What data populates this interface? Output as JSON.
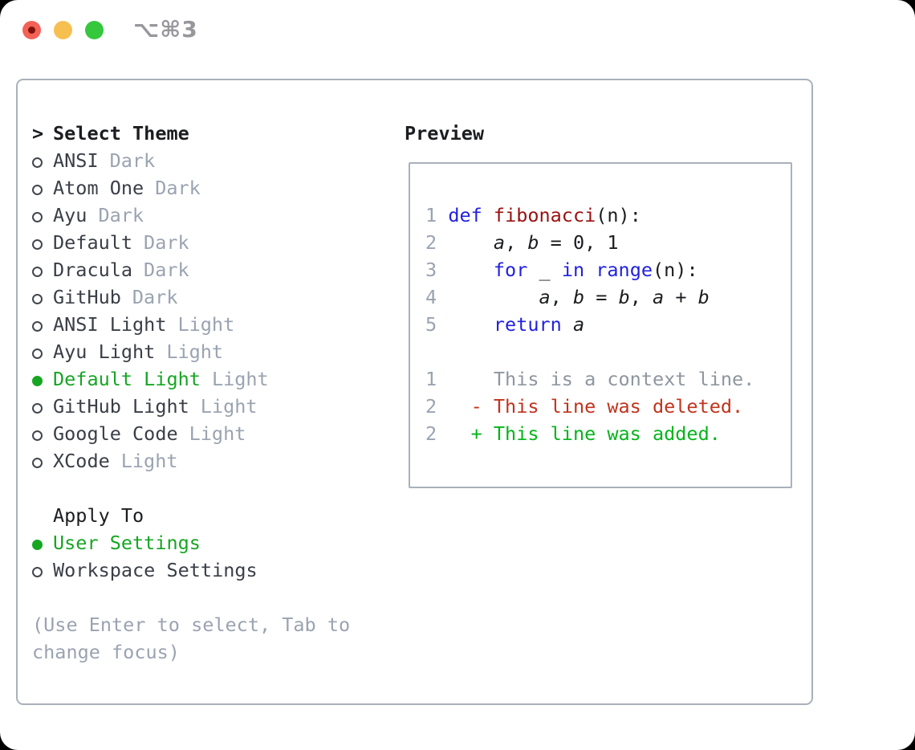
{
  "titlebar": {
    "shortcut": "⌥⌘3"
  },
  "theme_picker": {
    "header": {
      "marker": ">",
      "label": "Select Theme"
    },
    "themes": [
      {
        "name": "ANSI",
        "variant": "Dark",
        "selected": false
      },
      {
        "name": "Atom One",
        "variant": "Dark",
        "selected": false
      },
      {
        "name": "Ayu",
        "variant": "Dark",
        "selected": false
      },
      {
        "name": "Default",
        "variant": "Dark",
        "selected": false
      },
      {
        "name": "Dracula",
        "variant": "Dark",
        "selected": false
      },
      {
        "name": "GitHub",
        "variant": "Dark",
        "selected": false
      },
      {
        "name": "ANSI Light",
        "variant": "Light",
        "selected": false
      },
      {
        "name": "Ayu Light",
        "variant": "Light",
        "selected": false
      },
      {
        "name": "Default Light",
        "variant": "Light",
        "selected": true
      },
      {
        "name": "GitHub Light",
        "variant": "Light",
        "selected": false
      },
      {
        "name": "Google Code",
        "variant": "Light",
        "selected": false
      },
      {
        "name": "XCode",
        "variant": "Light",
        "selected": false
      }
    ],
    "apply_to": {
      "label": "Apply To",
      "options": [
        {
          "name": "User Settings",
          "selected": true
        },
        {
          "name": "Workspace Settings",
          "selected": false
        }
      ]
    },
    "help": {
      "line1": "(Use Enter to select, Tab to",
      "line2": "change focus)"
    }
  },
  "preview": {
    "title": "Preview",
    "code_lines": [
      [
        {
          "s": "ln",
          "t": "1"
        },
        {
          "s": "t",
          "t": " "
        },
        {
          "s": "kw",
          "t": "def"
        },
        {
          "s": "t",
          "t": " "
        },
        {
          "s": "fn",
          "t": "fibonacci"
        },
        {
          "s": "t",
          "t": "(n):"
        }
      ],
      [
        {
          "s": "ln",
          "t": "2"
        },
        {
          "s": "t",
          "t": "     "
        },
        {
          "s": "v",
          "t": "a"
        },
        {
          "s": "t",
          "t": ", "
        },
        {
          "s": "v",
          "t": "b"
        },
        {
          "s": "t",
          "t": " = 0, 1"
        }
      ],
      [
        {
          "s": "ln",
          "t": "3"
        },
        {
          "s": "t",
          "t": "     "
        },
        {
          "s": "kw",
          "t": "for"
        },
        {
          "s": "t",
          "t": " _ "
        },
        {
          "s": "kw",
          "t": "in"
        },
        {
          "s": "t",
          "t": " "
        },
        {
          "s": "kw",
          "t": "range"
        },
        {
          "s": "t",
          "t": "(n):"
        }
      ],
      [
        {
          "s": "ln",
          "t": "4"
        },
        {
          "s": "t",
          "t": "         "
        },
        {
          "s": "v",
          "t": "a"
        },
        {
          "s": "t",
          "t": ", "
        },
        {
          "s": "v",
          "t": "b"
        },
        {
          "s": "t",
          "t": " = "
        },
        {
          "s": "v",
          "t": "b"
        },
        {
          "s": "t",
          "t": ", "
        },
        {
          "s": "v",
          "t": "a"
        },
        {
          "s": "t",
          "t": " + "
        },
        {
          "s": "v",
          "t": "b"
        }
      ],
      [
        {
          "s": "ln",
          "t": "5"
        },
        {
          "s": "t",
          "t": "     "
        },
        {
          "s": "kw",
          "t": "return"
        },
        {
          "s": "t",
          "t": " "
        },
        {
          "s": "v",
          "t": "a"
        }
      ],
      [],
      [
        {
          "s": "ln",
          "t": "1"
        },
        {
          "s": "ctx",
          "t": "     This is a context line."
        }
      ],
      [
        {
          "s": "ln",
          "t": "2"
        },
        {
          "s": "t",
          "t": "   "
        },
        {
          "s": "del",
          "t": "- This line was deleted."
        }
      ],
      [
        {
          "s": "ln",
          "t": "2"
        },
        {
          "s": "t",
          "t": "   "
        },
        {
          "s": "add",
          "t": "+ This line was added."
        }
      ]
    ]
  },
  "colors": {
    "page_bg": "#000000",
    "window_bg": "#ffffff",
    "panel_border": "#a9b1bb",
    "heading_text": "#1b1d20",
    "body_text": "#3a3e46",
    "muted_text": "#9aa3b1",
    "context_text": "#8e969f",
    "accent_green": "#16a622",
    "added_green": "#04b41a",
    "deleted_red": "#c2331d",
    "keyword_blue": "#2121df",
    "function_red": "#9b1010",
    "traffic_red": "#f46157",
    "traffic_red_dot": "#7e130c",
    "traffic_yellow": "#f7bf4f",
    "traffic_green": "#35c73c",
    "shortcut_text": "#97979c"
  }
}
